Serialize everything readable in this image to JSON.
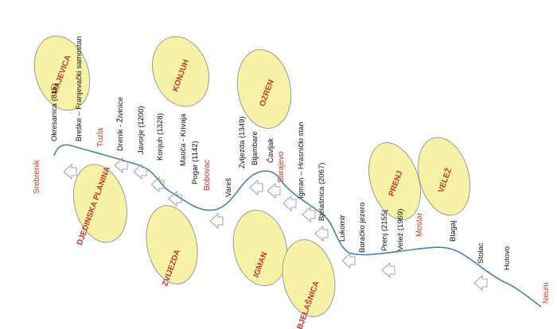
{
  "colors": {
    "ellipse_fill": "#f7f3a6",
    "ellipse_stroke": "#9a9a9a",
    "mountain_text": "#c0392b",
    "city_text": "#c0392b",
    "label_text": "#111111",
    "route_line": "#4a7fb0",
    "arrow_stroke": "#a0a0a0"
  },
  "mountains": [
    {
      "name": "MAJEVICA"
    },
    {
      "name": "KONJUH"
    },
    {
      "name": "OZREN"
    },
    {
      "name": "PRENJ"
    },
    {
      "name": "VELEŽ"
    },
    {
      "name": "DJEDINSKA PLANINA"
    },
    {
      "name": "ZVIJEZDA"
    },
    {
      "name": "IGMAN"
    },
    {
      "name": "BJELAŠNICA"
    }
  ],
  "cities": [
    "Srebrenik",
    "Tuzla",
    "Bobovac",
    "Sarajevo",
    "Mostar",
    "Neum"
  ],
  "waypoints": [
    "Okresanica (815)",
    "Breške – Franjevački samostan",
    "Drenik - Živinice",
    "Javorje (1200)",
    "Konjuh (1328)",
    "Maoča - Krivaja",
    "Pogar (1142)",
    "Vareš",
    "Zvijezda (1349)",
    "Bijambare",
    "Čavljak",
    "Igman – Hrasnički stan",
    "Bjelašnica (2067)",
    "Lukomir",
    "Boračko jezero",
    "Prenj (2155(",
    "Velež (1969)",
    "Blagaj",
    "Stolac",
    "Hutovo"
  ]
}
